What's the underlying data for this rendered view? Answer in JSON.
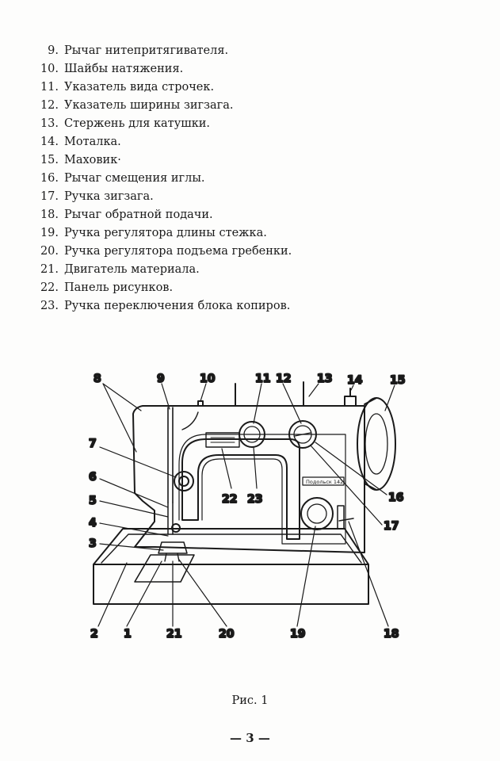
{
  "parts": [
    {
      "num": "9.",
      "text": "Рычаг нитепритягивателя."
    },
    {
      "num": "10.",
      "text": "Шайбы натяжения."
    },
    {
      "num": "11.",
      "text": "Указатель вида строчек."
    },
    {
      "num": "12.",
      "text": "Указатель ширины зигзага."
    },
    {
      "num": "13.",
      "text": "Стержень для катушки."
    },
    {
      "num": "14.",
      "text": "Моталка."
    },
    {
      "num": "15.",
      "text": "Маховик·"
    },
    {
      "num": "16.",
      "text": "Рычаг смещения иглы."
    },
    {
      "num": "17.",
      "text": "Ручка зигзага."
    },
    {
      "num": "18.",
      "text": "Рычаг обратной подачи."
    },
    {
      "num": "19.",
      "text": "Ручка регулятора длины стежка."
    },
    {
      "num": "20.",
      "text": "Ручка регулятора подъема гребенки."
    },
    {
      "num": "21.",
      "text": "Двигатель материала."
    },
    {
      "num": "22.",
      "text": "Панель рисунков."
    },
    {
      "num": "23.",
      "text": "Ручка переключения блока копиров."
    }
  ],
  "figure": {
    "callouts": [
      "8",
      "9",
      "10",
      "11",
      "12",
      "13",
      "14",
      "15",
      "7",
      "6",
      "5",
      "4",
      "3",
      "22",
      "23",
      "16",
      "17",
      "2",
      "1",
      "21",
      "20",
      "19",
      "18"
    ],
    "brand_plate": "Подольск 142"
  },
  "caption": "Рис. 1",
  "page_number": "— 3 —"
}
